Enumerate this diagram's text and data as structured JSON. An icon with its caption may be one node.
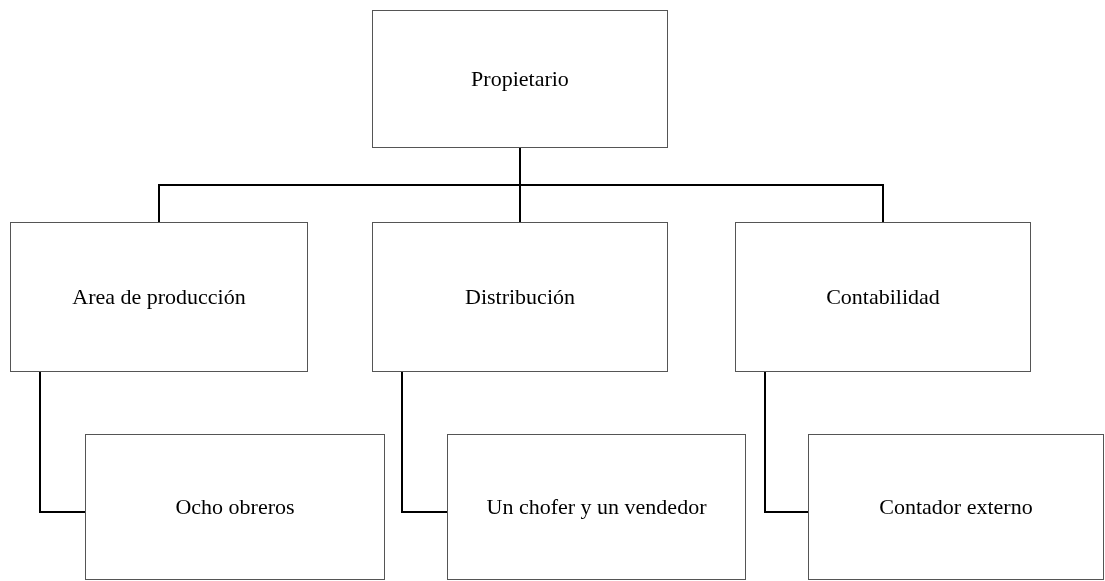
{
  "diagram": {
    "nodes": [
      {
        "text": [
          "Propietario"
        ]
      },
      {
        "text": [
          "Area de producción"
        ]
      },
      {
        "text": [
          "Distribución"
        ]
      },
      {
        "text": [
          "Contabilidad"
        ]
      },
      {
        "text": [
          "Ocho obreros"
        ]
      },
      {
        "text": [
          "Un chofer y un vendedor"
        ]
      },
      {
        "text": [
          "Contador externo"
        ]
      }
    ],
    "edges": [
      {
        "from": 0,
        "to": 1,
        "arrow": "none"
      },
      {
        "from": 0,
        "to": 2,
        "arrow": "none"
      },
      {
        "from": 0,
        "to": 3,
        "arrow": "none"
      },
      {
        "from": 1,
        "to": 4,
        "arrow": "none"
      },
      {
        "from": 2,
        "to": 5,
        "arrow": "none"
      },
      {
        "from": 3,
        "to": 6,
        "arrow": "none"
      }
    ]
  }
}
